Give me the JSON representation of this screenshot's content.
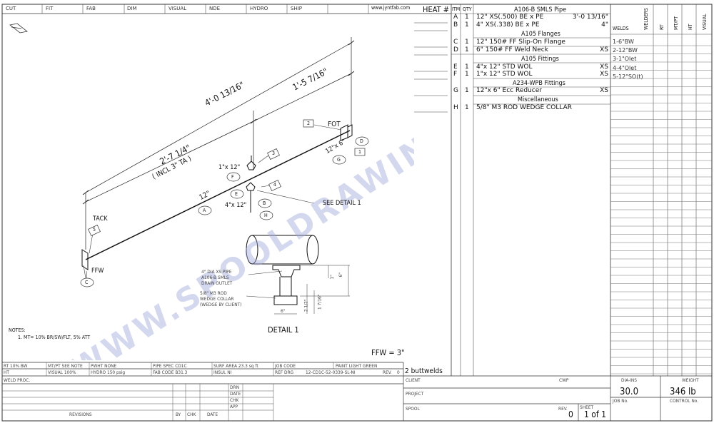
{
  "top_bar": {
    "cells": [
      "CUT",
      "FIT",
      "FAB",
      "DIM",
      "VISUAL",
      "NDE",
      "HYDRO",
      "SHIP"
    ],
    "website": "www.jyntfab.com",
    "heat": "HEAT #"
  },
  "bom": {
    "col_itm": "ITM",
    "col_qty": "QTY",
    "sections": {
      "pipe": "A106-B SMLS Pipe",
      "flanges": "A105 Flanges",
      "fittings": "A105 Fittings",
      "wpb": "A234-WPB Fittings",
      "misc": "Miscellaneous"
    },
    "items": [
      {
        "itm": "A",
        "qty": "1",
        "desc": "12\" XS(.500)  BE x PE",
        "extra": "3'-0 13/16\""
      },
      {
        "itm": "B",
        "qty": "1",
        "desc": "4\" XS(.338)  BE x PE",
        "extra": "4\""
      },
      {
        "itm": "C",
        "qty": "1",
        "desc": "12\" 150# FF Slip-On Flange",
        "extra": ""
      },
      {
        "itm": "D",
        "qty": "1",
        "desc": "6\" 150# FF Weld Neck",
        "extra": "XS"
      },
      {
        "itm": "E",
        "qty": "1",
        "desc": "4\"x 12\" STD WOL",
        "extra": "XS"
      },
      {
        "itm": "F",
        "qty": "1",
        "desc": "1\"x 12\" STD WOL",
        "extra": "XS"
      },
      {
        "itm": "G",
        "qty": "1",
        "desc": "12\"x 6\" Ecc Reducer",
        "extra": "XS"
      },
      {
        "itm": "H",
        "qty": "1",
        "desc": "5/8\" M3 ROD WEDGE COLLAR",
        "extra": ""
      }
    ]
  },
  "welds": {
    "header": "WELDS",
    "cols": [
      "WELDERS",
      "RT",
      "MT/PT",
      "HT",
      "VISUAL"
    ],
    "rows": [
      "1-6\"BW",
      "2-12\"BW",
      "3-1\"Olet",
      "4-4\"Olet",
      "5-12\"SO(t)"
    ]
  },
  "drawing": {
    "dim_overall": "4'-0 13/16\"",
    "dim_right": "1'-5 7/16\"",
    "dim_left": "2'-7 1/4\"",
    "dim_left_note": "( INCL 3\" TA )",
    "pipe_size": "12\"",
    "olet_f": "1\"x 12\"",
    "olet_e": "4\"x 12\"",
    "reducer": "12\"x 6\"",
    "fot": "FOT",
    "tack": "TACK",
    "ffw": "FFW",
    "see_detail": "SEE DETAIL 1",
    "detail_title": "DETAIL 1",
    "detail_note_1": "4\" DIA XS PIPE",
    "detail_note_2": "A106-B SMLS",
    "detail_note_3": "DRAIN OUTLET",
    "detail_note_4": "5/8\" M3 ROD",
    "detail_note_5": "WEDGE COLLAR",
    "detail_note_6": "(WEDGE BY CLIENT)",
    "detail_dim_6": "6\"",
    "detail_dim_1": "1\"",
    "detail_dim_2": "2 1/2\"",
    "detail_dim_3": "1 7/16\"",
    "detail_dim_4": "6\"",
    "watermark": "WWW.SPOOLDRAWING.COM",
    "welds_tags": [
      "1",
      "2",
      "3",
      "4",
      "5"
    ],
    "items_tags": [
      "A",
      "B",
      "C",
      "D",
      "E",
      "F",
      "G",
      "H"
    ],
    "notes_title": "NOTES:",
    "notes_line": "1. MT= 10% BR/SW/FLT, 5% ATT",
    "ffw_note": "FFW = 3\"",
    "buttwelds": "2 buttwelds"
  },
  "title_block": {
    "rt": "RT 10% BW",
    "mtpt": "MT/PT SEE NOTE",
    "pwht": "PWHT  NONE",
    "pipe_spec": "PIPE SPEC  CD1C",
    "surf_area": "SURF AREA  23.3 sq ft",
    "job_code": "JOB CODE",
    "paint": "PAINT  LIGHT GREEN",
    "ht": "HT",
    "visual": "VISUAL  100%",
    "hydro": "HYDRO  150 psig",
    "fab_code": "FAB CODE  B31.3",
    "insul": "INSUL  NI",
    "ref_drg_label": "REF DRG",
    "ref_drg": "12-CD1C-52-0339-SL-NI",
    "rev_label": "REV.",
    "rev_value": "0",
    "weld_proc": "WELD PROC.",
    "drn": "DRN",
    "date": "DATE",
    "chk": "CHK",
    "app": "APP",
    "revisions": "REVISIONS",
    "by": "BY",
    "chk2": "CHK",
    "date2": "DATE",
    "client": "CLIENT",
    "cwp": "CWP",
    "project": "PROJECT",
    "spool": "SPOOL",
    "rev2": "REV.",
    "rev2_value": "0",
    "sheet": "SHEET",
    "sheet_value": "1 of 1",
    "dia_ins": "DIA-INS",
    "dia_ins_value": "30.0",
    "weight": "WEIGHT",
    "weight_value": "346 lb",
    "job_no": "JOB No.",
    "control_no": "CONTROL No."
  }
}
